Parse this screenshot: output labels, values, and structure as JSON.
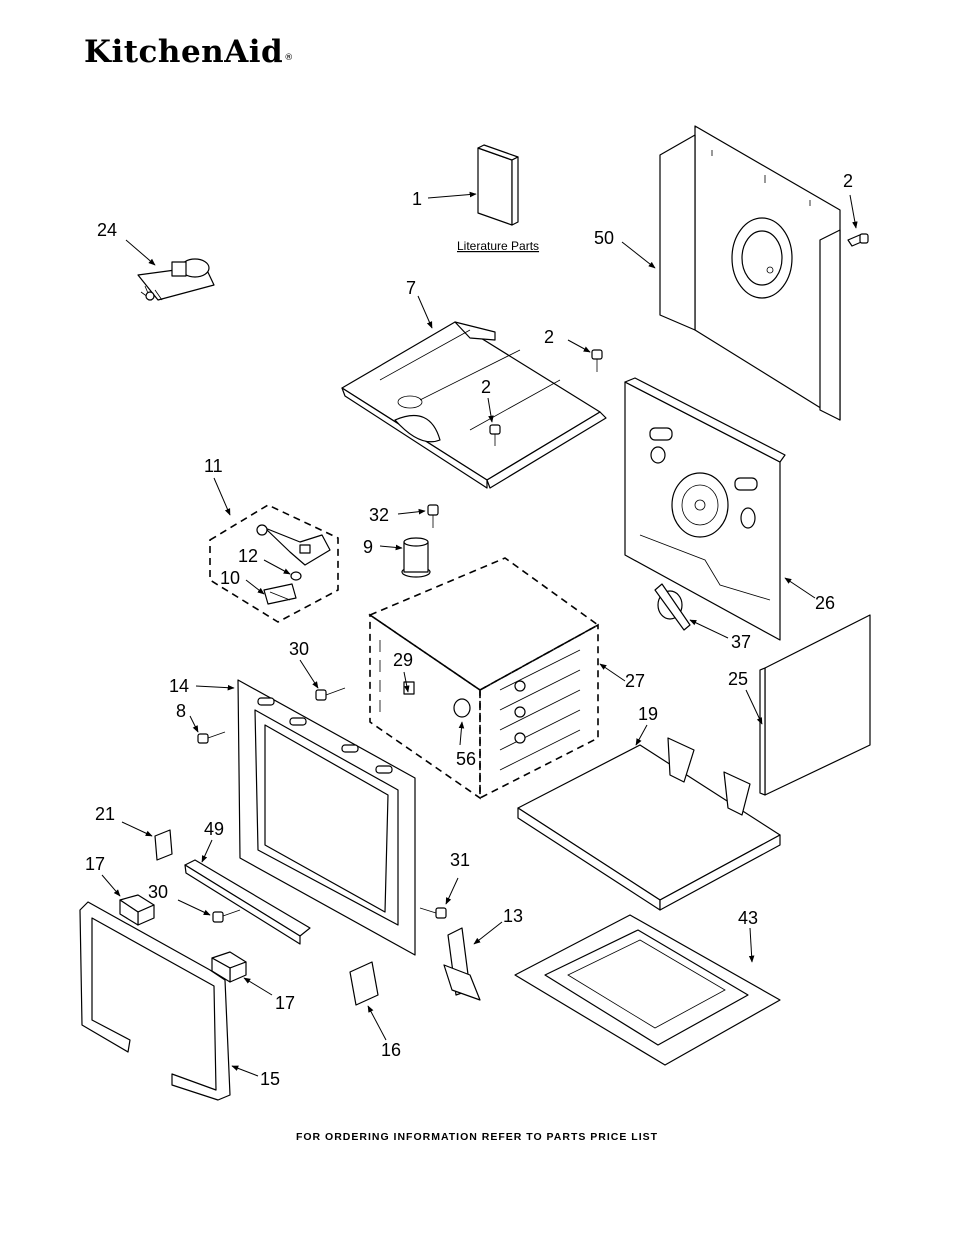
{
  "brand": {
    "name": "KitchenAid",
    "registered": "®"
  },
  "literature": {
    "label": "Literature Parts"
  },
  "footer": {
    "text": "FOR ORDERING INFORMATION REFER TO PARTS PRICE LIST"
  },
  "callouts": {
    "c1": "1",
    "c2a": "2",
    "c2b": "2",
    "c2c": "2",
    "c7": "7",
    "c8": "8",
    "c9": "9",
    "c10": "10",
    "c11": "11",
    "c12": "12",
    "c13": "13",
    "c14": "14",
    "c15": "15",
    "c16": "16",
    "c17a": "17",
    "c17b": "17",
    "c19": "19",
    "c21": "21",
    "c24": "24",
    "c25": "25",
    "c26": "26",
    "c27": "27",
    "c29": "29",
    "c30a": "30",
    "c30b": "30",
    "c31": "31",
    "c32": "32",
    "c37": "37",
    "c43": "43",
    "c49": "49",
    "c50": "50",
    "c56": "56"
  }
}
